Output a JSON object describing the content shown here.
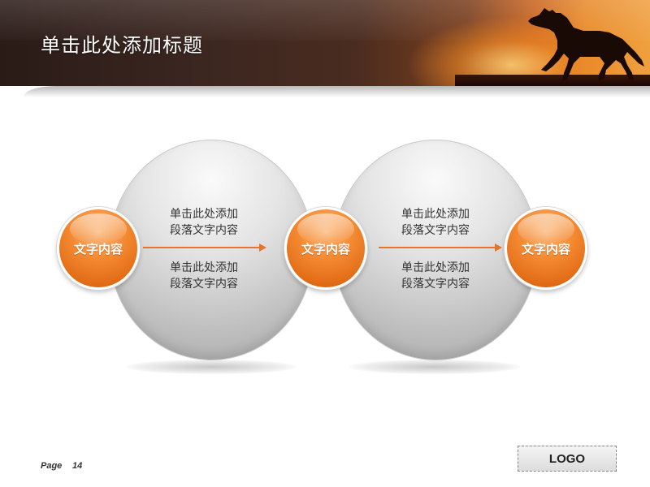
{
  "header": {
    "title": "单击此处添加标题"
  },
  "diagram": {
    "nodes": [
      {
        "label": "文字内容"
      },
      {
        "label": "文字内容"
      },
      {
        "label": "文字内容"
      }
    ],
    "segments": [
      {
        "top_text": [
          "单击此处添加",
          "段落文字内容"
        ],
        "bottom_text": [
          "单击此处添加",
          "段落文字内容"
        ]
      },
      {
        "top_text": [
          "单击此处添加",
          "段落文字内容"
        ],
        "bottom_text": [
          "单击此处添加",
          "段落文字内容"
        ]
      }
    ]
  },
  "footer": {
    "page_label": "Page",
    "page_number": "14",
    "logo": "LOGO"
  },
  "colors": {
    "accent": "#e8732a",
    "node_fill": "#f48a32",
    "circle_gray": "#c8c8c8"
  },
  "icons": {
    "header_image": "running-horse-silhouette"
  }
}
